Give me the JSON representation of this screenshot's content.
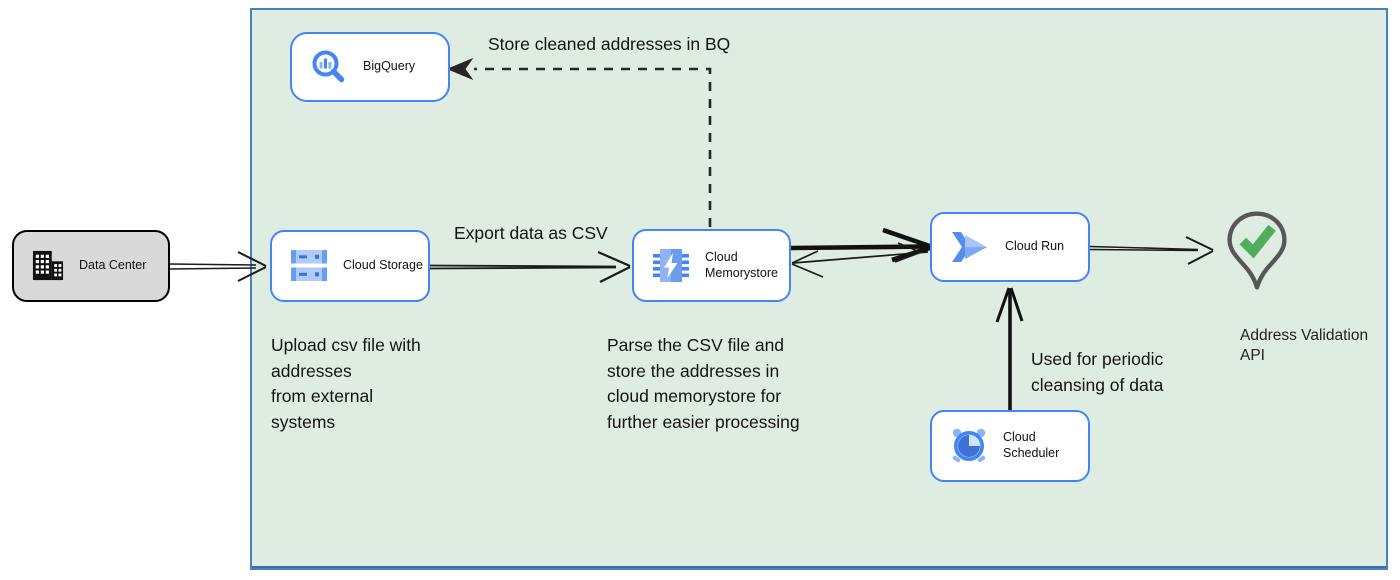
{
  "nodes": {
    "data_center": {
      "label": "Data Center"
    },
    "bigquery": {
      "label": "BigQuery"
    },
    "cloud_storage": {
      "label": "Cloud Storage"
    },
    "cloud_memorystore": {
      "label": "Cloud\nMemorystore"
    },
    "cloud_run": {
      "label": "Cloud Run"
    },
    "cloud_scheduler": {
      "label": "Cloud Scheduler"
    },
    "address_validation_api": {
      "label": "Address Validation\nAPI"
    }
  },
  "annotations": {
    "store_bq": "Store cleaned addresses in BQ",
    "export_csv": "Export data as CSV",
    "upload_note": "Upload csv file with\naddresses\nfrom external\nsystems",
    "parse_note": "Parse the CSV file and\nstore the addresses in\ncloud  memorystore for\nfurther easier processing",
    "scheduler_note": "Used for periodic\ncleansing of data"
  },
  "colors": {
    "boundary_fill": "#dfece1",
    "boundary_border": "#4a7fc1",
    "node_border": "#4285f4",
    "node_fill": "#ffffff",
    "external_fill": "#d9d9d9",
    "external_border": "#000000",
    "arrow": "#1a1a1a",
    "google_blue": "#4285f4",
    "google_blue_light": "#aecbfa",
    "check_green": "#4fae5c",
    "pin_outline_gray": "#575757"
  }
}
